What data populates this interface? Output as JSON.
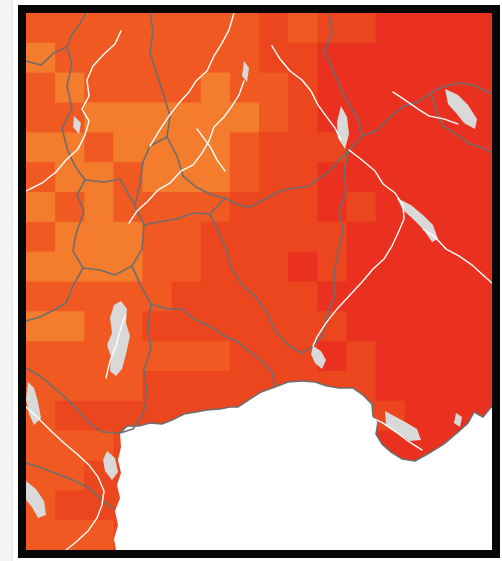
{
  "map": {
    "palette": {
      "deep_red": "#e7191e",
      "red": "#ea311f",
      "red_orange": "#ec461f",
      "orange_red": "#f05a22",
      "orange": "#f47d2d",
      "light_orange": "#f7a236",
      "water": "#d9d9d9",
      "sea": "#ffffff",
      "admin_boundary": "#6d6d6d",
      "river": "#ffffff",
      "frame": "#070707"
    },
    "layers": [
      "temperature-grid",
      "water-bodies",
      "administrative-boundaries",
      "rivers"
    ],
    "grid_columns": 16,
    "grid_rows": 18
  }
}
